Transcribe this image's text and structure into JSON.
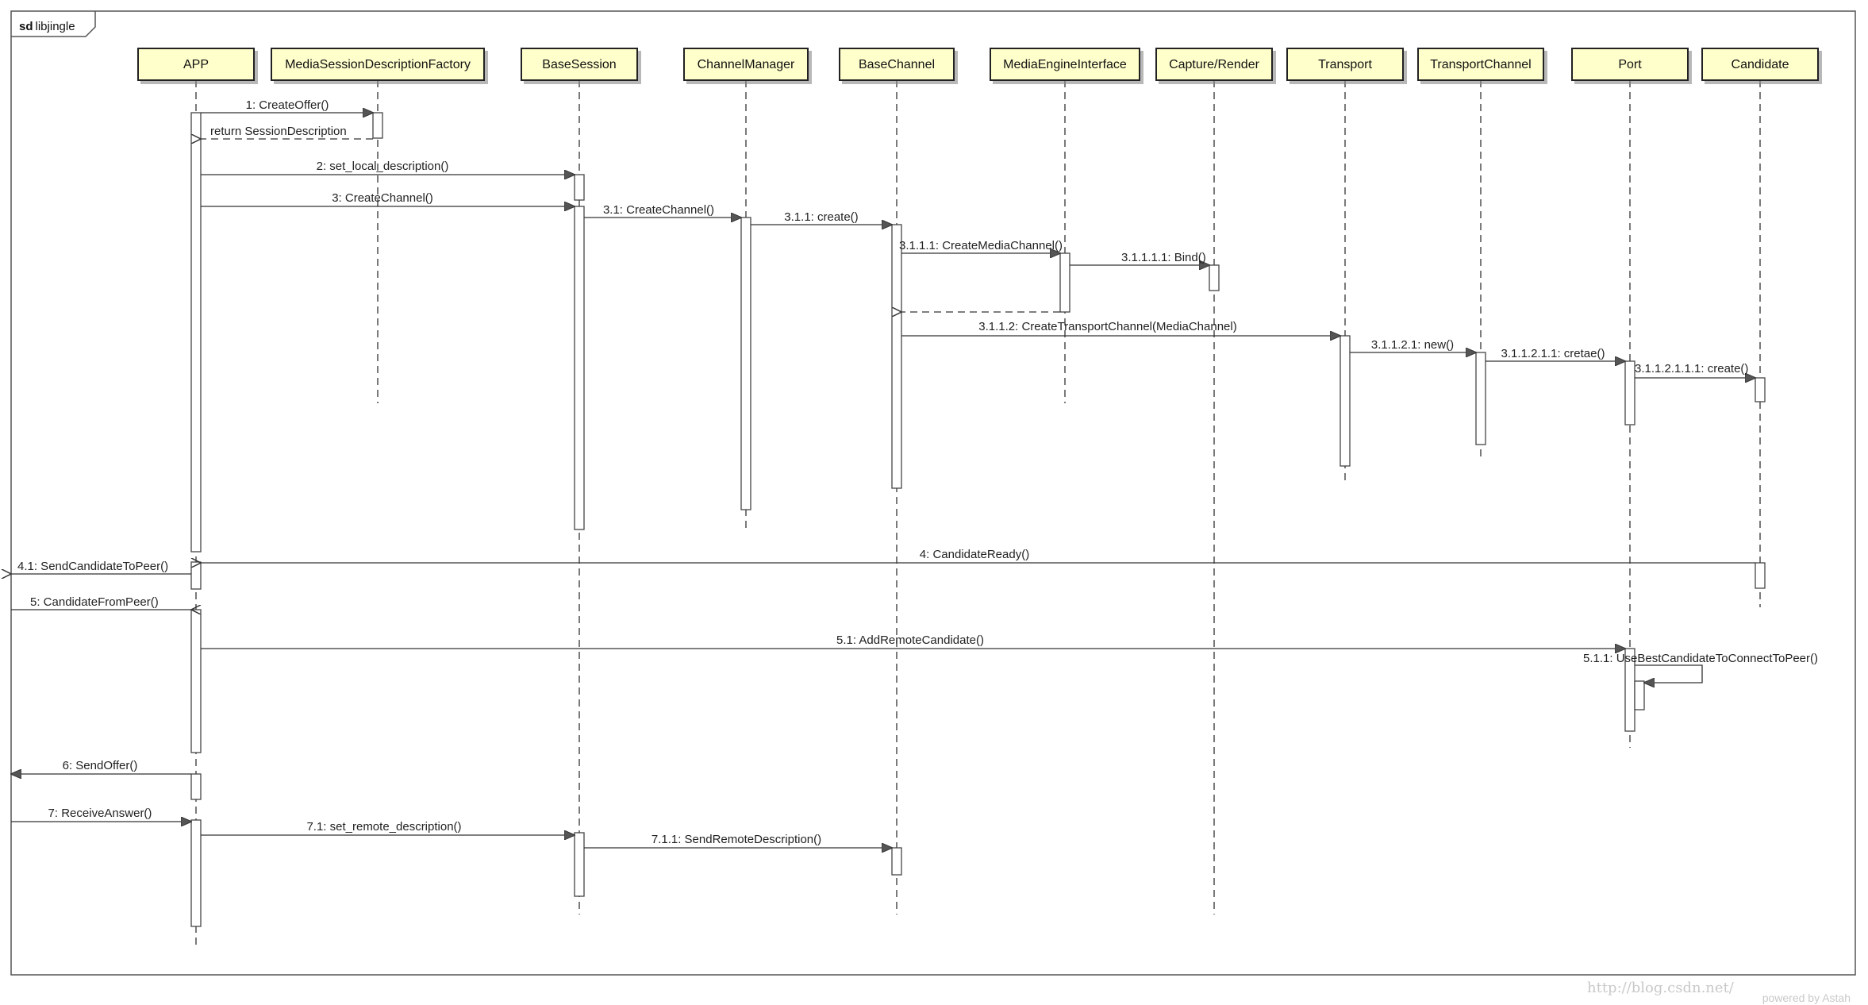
{
  "frame": {
    "keyword": "sd",
    "name": "libjingle"
  },
  "lifelines": [
    "APP",
    "MediaSessionDescriptionFactory",
    "BaseSession",
    "ChannelManager",
    "BaseChannel",
    "MediaEngineInterface",
    "Capture/Render",
    "Transport",
    "TransportChannel",
    "Port",
    "Candidate"
  ],
  "messages": [
    "1: CreateOffer()",
    "return SessionDescription",
    "2: set_local_description()",
    "3: CreateChannel()",
    "3.1: CreateChannel()",
    "3.1.1: create()",
    "3.1.1.1: CreateMediaChannel()",
    "3.1.1.1.1: Bind()",
    "3.1.1.2: CreateTransportChannel(MediaChannel)",
    "3.1.1.2.1: new()",
    "3.1.1.2.1.1: cretae()",
    "3.1.1.2.1.1.1: create()",
    "4: CandidateReady()",
    "4.1: SendCandidateToPeer()",
    "5: CandidateFromPeer()",
    "5.1: AddRemoteCandidate()",
    "5.1.1: UseBestCandidateToConnectToPeer()",
    "6: SendOffer()",
    "7: ReceiveAnswer()",
    "7.1: set_remote_description()",
    "7.1.1: SendRemoteDescription()"
  ],
  "watermark": {
    "url": "http://blog.csdn.net/",
    "powered": "powered by Astah"
  },
  "colors": {
    "lifeline_fill": "#ffffcc",
    "line": "#333333",
    "frame": "#555555"
  }
}
